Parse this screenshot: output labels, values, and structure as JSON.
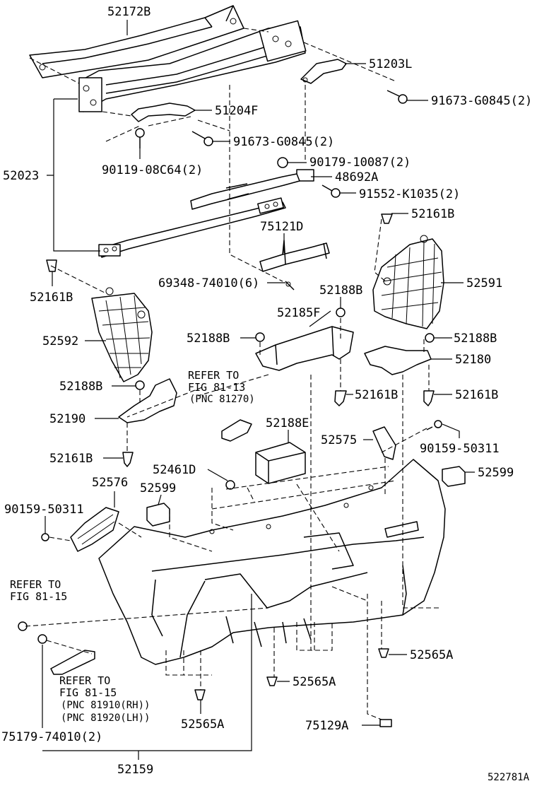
{
  "labels": {
    "p52172B": "52172B",
    "p51203L": "51203L",
    "p91673_top": "91673-G0845(2)",
    "p51204F": "51204F",
    "p91673_mid": "91673-G0845(2)",
    "p52023": "52023",
    "p90119": "90119-08C64(2)",
    "p90179": "90179-10087(2)",
    "p48692A": "48692A",
    "p91552": "91552-K1035(2)",
    "p52161B_tr": "52161B",
    "p75121D": "75121D",
    "p69348": "69348-74010(6)",
    "p52591": "52591",
    "p52161B_l": "52161B",
    "p52188B_c": "52188B",
    "p52185F": "52185F",
    "p52592": "52592",
    "p52188B_m": "52188B",
    "p52188B_r": "52188B",
    "p52180": "52180",
    "p52188B_l": "52188B",
    "p52161B_m": "52161B",
    "p52161B_r": "52161B",
    "p52190": "52190",
    "p52188E": "52188E",
    "p52575": "52575",
    "p90159_r": "90159-50311",
    "p52161B_ll": "52161B",
    "p52461D": "52461D",
    "p52599_r": "52599",
    "p52576": "52576",
    "p52599_l": "52599",
    "p90159_l": "90159-50311",
    "p52565A_r": "52565A",
    "p52565A_c": "52565A",
    "p52565A_b": "52565A",
    "p75129A": "75129A",
    "p75179": "75179-74010(2)",
    "p52159": "52159"
  },
  "refs": {
    "fig8113_a": "REFER TO",
    "fig8113_b": "FIG 81-13",
    "fig8113_c": "(PNC 81270)",
    "fig8115a_a": "REFER TO",
    "fig8115a_b": "FIG 81-15",
    "fig8115b_a": "REFER TO",
    "fig8115b_b": "FIG 81-15",
    "fig8115b_c": "(PNC 81910(RH))",
    "fig8115b_d": "(PNC 81920(LH))"
  },
  "diagram_id": "522781A"
}
